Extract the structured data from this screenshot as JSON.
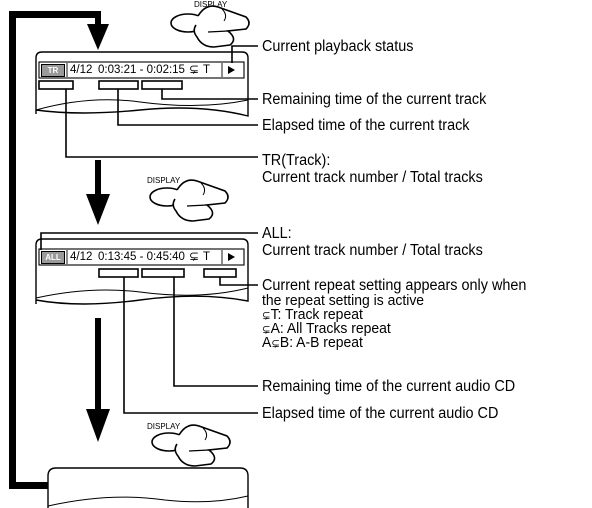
{
  "display_button_label": "DISPLAY",
  "screen_track": {
    "mode_badge": "TR",
    "track_counter": "4/12",
    "time_readout": "0:03:21 - 0:02:15",
    "repeat_indicator": "T",
    "playback_icon": "play-icon"
  },
  "screen_all": {
    "mode_badge": "ALL",
    "track_counter": "4/12",
    "time_readout": "0:13:45 - 0:45:40",
    "repeat_indicator": "T",
    "playback_icon": "play-icon"
  },
  "labels": {
    "playback_status": "Current playback status",
    "remaining_track": "Remaining time of the current track",
    "elapsed_track": "Elapsed time of the current track",
    "tr_title": "TR(Track):",
    "tr_desc": "Current track number / Total tracks",
    "all_title": "ALL:",
    "all_desc": "Current track number / Total tracks",
    "repeat_line1": "Current repeat setting appears only when",
    "repeat_line2": "the repeat setting is active",
    "repeat_track": "T: Track repeat",
    "repeat_all": "A: All Tracks repeat",
    "repeat_ab_a": "A",
    "repeat_ab_rest": "B: A-B repeat",
    "remaining_cd": "Remaining time of the current audio CD",
    "elapsed_cd": "Elapsed time of the current audio CD"
  }
}
